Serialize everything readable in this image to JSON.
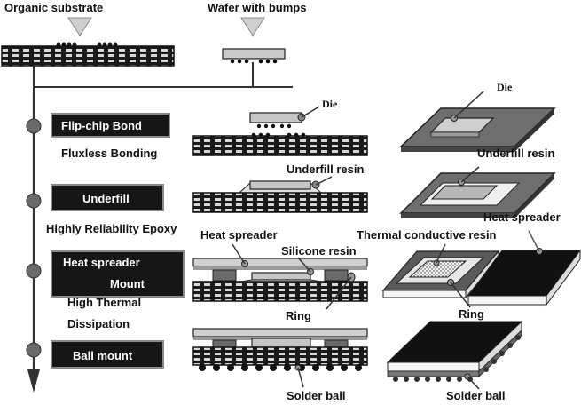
{
  "inputs": {
    "organic_substrate": "Organic substrate",
    "wafer_with_bumps": "Wafer with bumps"
  },
  "steps": [
    {
      "title": "Flip-chip Bond",
      "caption": "Fluxless Bonding"
    },
    {
      "title": "Underfill",
      "caption": "Highly Reliability Epoxy"
    },
    {
      "title_line1": "Heat spreader",
      "title_line2": "Mount",
      "caption_line1": "High Thermal",
      "caption_line2": "Dissipation"
    },
    {
      "title": "Ball mount"
    }
  ],
  "callouts": {
    "die_side": "Die",
    "die_iso": "Die",
    "underfill_resin_side": "Underfill resin",
    "underfill_resin_iso": "Underfill resin",
    "heat_spreader_side": "Heat spreader",
    "silicone_resin": "Silicone resin",
    "thermal_conductive_resin": "Thermal conductive resin",
    "heat_spreader_iso": "Heat spreader",
    "ring_side": "Ring",
    "ring_iso": "Ring",
    "solder_ball_side": "Solder ball",
    "solder_ball_iso": "Solder ball"
  },
  "colors": {
    "substrate_dark": "#1a1a1a",
    "substrate_stripe": "#d8d8d8",
    "die_fill": "#c6c6c6",
    "node_fill": "#6a6a6a",
    "spreader_dark": "#111111",
    "board_gray": "#7a7a7a"
  }
}
